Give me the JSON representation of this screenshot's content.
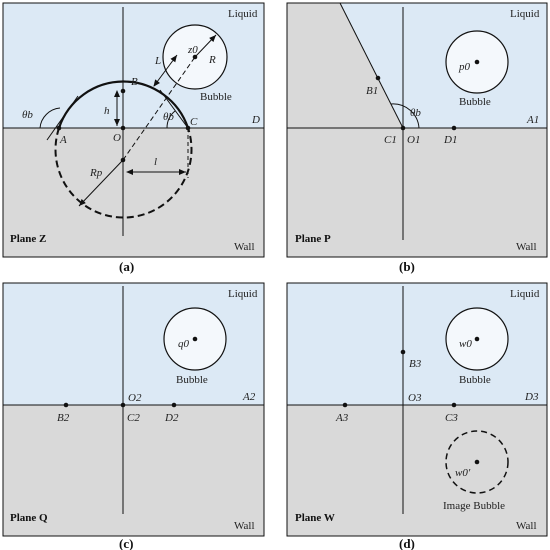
{
  "colors": {
    "liquid": "#dce9f5",
    "wall": "#d9d9d9",
    "ink": "#111111"
  },
  "panel_a": {
    "liquid": "Liquid",
    "wall": "Wall",
    "plane": "Plane Z",
    "caption": "(a)",
    "bubble": "Bubble",
    "A": "A",
    "B": "B",
    "C": "C",
    "D": "D",
    "O": "O",
    "h": "h",
    "L": "L",
    "R": "R",
    "z0": "z0",
    "Rp": "Rp",
    "l": "l",
    "theta_b_left": "θb",
    "theta_b_c": "θb"
  },
  "panel_b": {
    "liquid": "Liquid",
    "wall": "Wall",
    "plane": "Plane P",
    "caption": "(b)",
    "bubble": "Bubble",
    "p0": "p0",
    "B1": "B1",
    "C1": "C1",
    "O1": "O1",
    "D1": "D1",
    "A1": "A1",
    "theta_b": "θb"
  },
  "panel_c": {
    "liquid": "Liquid",
    "wall": "Wall",
    "plane": "Plane Q",
    "caption": "(c)",
    "bubble": "Bubble",
    "q0": "q0",
    "A2": "A2",
    "B2": "B2",
    "C2": "C2",
    "D2": "D2",
    "O2": "O2"
  },
  "panel_d": {
    "liquid": "Liquid",
    "wall": "Wall",
    "plane": "Plane W",
    "caption": "(d)",
    "bubble": "Bubble",
    "image_bubble": "Image Bubble",
    "w0": "w0",
    "w0p": "w0′",
    "A3": "A3",
    "B3": "B3",
    "C3": "C3",
    "D3": "D3",
    "O3": "O3"
  }
}
